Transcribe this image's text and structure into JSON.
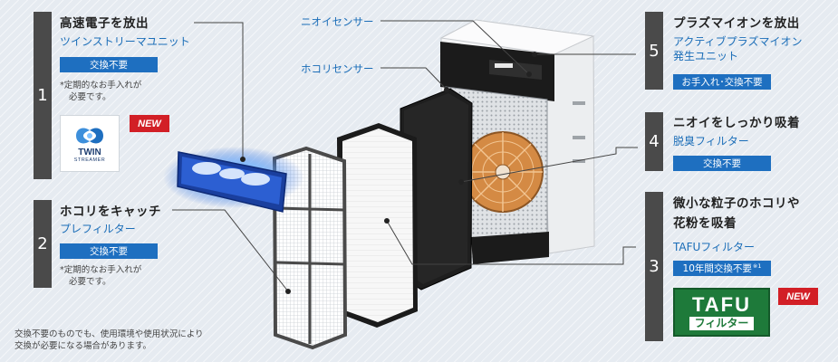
{
  "features": {
    "f1": {
      "number": "1",
      "title": "高速電子を放出",
      "subtitle": "ツインストリーマユニット",
      "pill": "交換不要",
      "note_line1": "*定期的なお手入れが",
      "note_line2": "必要です。",
      "logo_line1": "TWIN",
      "logo_line2": "STREAMER",
      "new_badge": "NEW"
    },
    "f2": {
      "number": "2",
      "title": "ホコリをキャッチ",
      "subtitle": "プレフィルター",
      "pill": "交換不要",
      "note_line1": "*定期的なお手入れが",
      "note_line2": "必要です。"
    },
    "f3": {
      "number": "3",
      "title_line1": "微小な粒子のホコリや",
      "title_line2": "花粉を吸着",
      "subtitle": "TAFUフィルター",
      "pill": "10年間交換不要",
      "pill_mark": "※1",
      "logo_line1": "TAFU",
      "logo_line2": "フィルター",
      "new_badge": "NEW"
    },
    "f4": {
      "number": "4",
      "title": "ニオイをしっかり吸着",
      "subtitle": "脱臭フィルター",
      "pill": "交換不要"
    },
    "f5": {
      "number": "5",
      "title": "プラズマイオンを放出",
      "subtitle_line1": "アクティブプラズマイオン",
      "subtitle_line2": "発生ユニット",
      "pill": "お手入れ･交換不要"
    }
  },
  "sensors": {
    "odor": "ニオイセンサー",
    "dust": "ホコリセンサー"
  },
  "footnote": {
    "line1": "交換不要のものでも、使用環境や使用状況により",
    "line2": "交換が必要になる場合があります。"
  },
  "colors": {
    "accent_blue": "#1e6fc0",
    "text_blue": "#1a6db8",
    "number_bar": "#4a4a4a",
    "new_red": "#d21f26",
    "tafu_green": "#1e7a3a",
    "background": "#e6ebf1"
  }
}
